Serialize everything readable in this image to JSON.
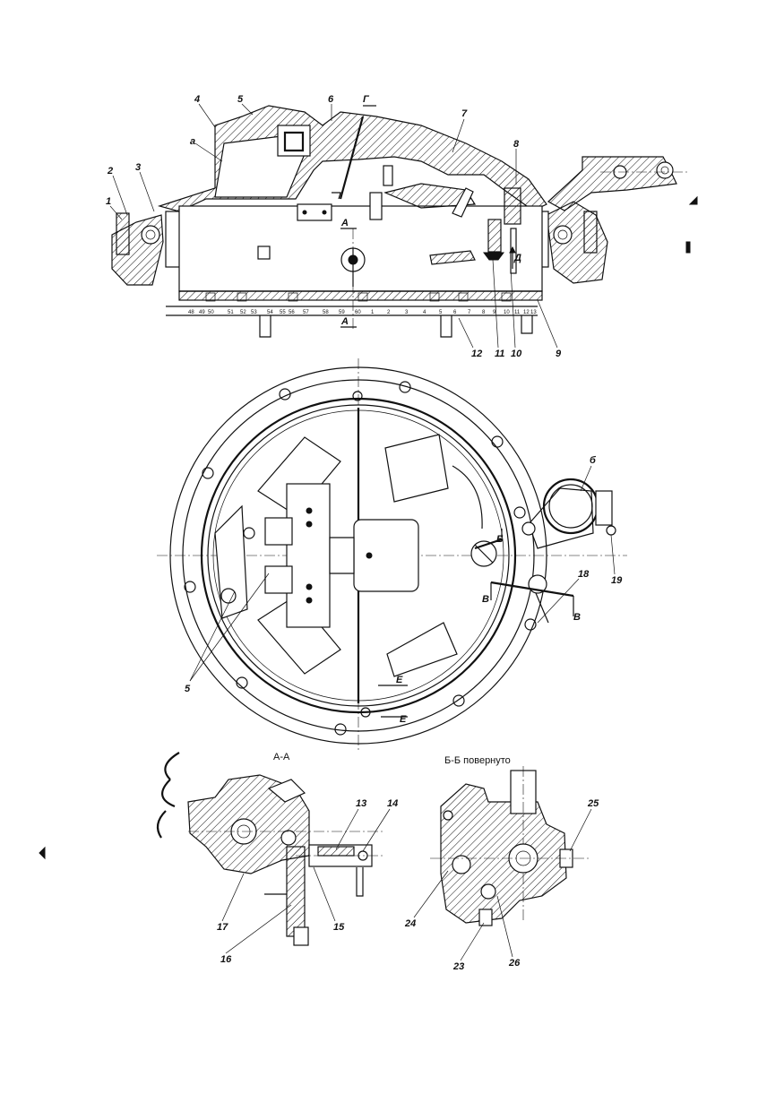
{
  "top_view": {
    "callouts": [
      "1",
      "2",
      "3",
      "4",
      "5",
      "6",
      "7",
      "8",
      "9",
      "10",
      "11",
      "12"
    ],
    "letters": {
      "a": "а",
      "g": "Г",
      "d": "Д",
      "section_a": "А"
    },
    "scale_labels": [
      "48",
      "49",
      "50",
      "51",
      "52",
      "53",
      "54",
      "55",
      "56",
      "57",
      "58",
      "59",
      "60",
      "1",
      "2",
      "3",
      "4",
      "5",
      "6",
      "7",
      "8",
      "9",
      "10",
      "11",
      "12",
      "13"
    ]
  },
  "plan_view": {
    "callouts": {
      "c5": "5",
      "c18": "18",
      "c19": "19"
    },
    "letters": {
      "b": "б",
      "b_cap": "Б",
      "v": "В",
      "e": "Е"
    }
  },
  "section_aa": {
    "title": "А-А",
    "callouts": {
      "c13": "13",
      "c14": "14",
      "c15": "15",
      "c16": "16",
      "c17": "17"
    }
  },
  "section_bb": {
    "title": "Б-Б повернуто",
    "callouts": {
      "c23": "23",
      "c24": "24",
      "c25": "25",
      "c26": "26"
    }
  }
}
